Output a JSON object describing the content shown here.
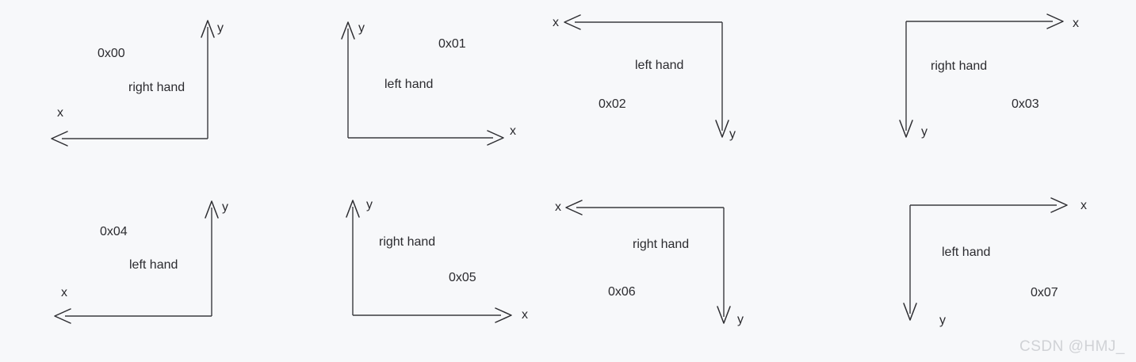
{
  "figure": {
    "title": "",
    "background_color": "#f7f8fa",
    "stroke_color": "#3a3a3e",
    "text_color": "#2b2b2f",
    "rows": 2,
    "columns": 4
  },
  "watermark": {
    "text": "CSDN @HMJ_",
    "color": "#d0d2d6"
  },
  "panels": [
    {
      "code": "0x00",
      "hand": "right hand",
      "x_axis_label": "x",
      "y_axis_label": "y",
      "x_direction": "left",
      "y_direction": "up"
    },
    {
      "code": "0x01",
      "hand": "left hand",
      "x_axis_label": "x",
      "y_axis_label": "y",
      "x_direction": "right",
      "y_direction": "up"
    },
    {
      "code": "0x02",
      "hand": "left hand",
      "x_axis_label": "x",
      "y_axis_label": "y",
      "x_direction": "left",
      "y_direction": "down"
    },
    {
      "code": "0x03",
      "hand": "right hand",
      "x_axis_label": "x",
      "y_axis_label": "y",
      "x_direction": "right",
      "y_direction": "down"
    },
    {
      "code": "0x04",
      "hand": "left hand",
      "x_axis_label": "x",
      "y_axis_label": "y",
      "x_direction": "left",
      "y_direction": "up"
    },
    {
      "code": "0x05",
      "hand": "right hand",
      "x_axis_label": "x",
      "y_axis_label": "y",
      "x_direction": "right",
      "y_direction": "up"
    },
    {
      "code": "0x06",
      "hand": "right hand",
      "x_axis_label": "x",
      "y_axis_label": "y",
      "x_direction": "left",
      "y_direction": "down"
    },
    {
      "code": "0x07",
      "hand": "left hand",
      "x_axis_label": "x",
      "y_axis_label": "y",
      "x_direction": "right",
      "y_direction": "down"
    }
  ]
}
